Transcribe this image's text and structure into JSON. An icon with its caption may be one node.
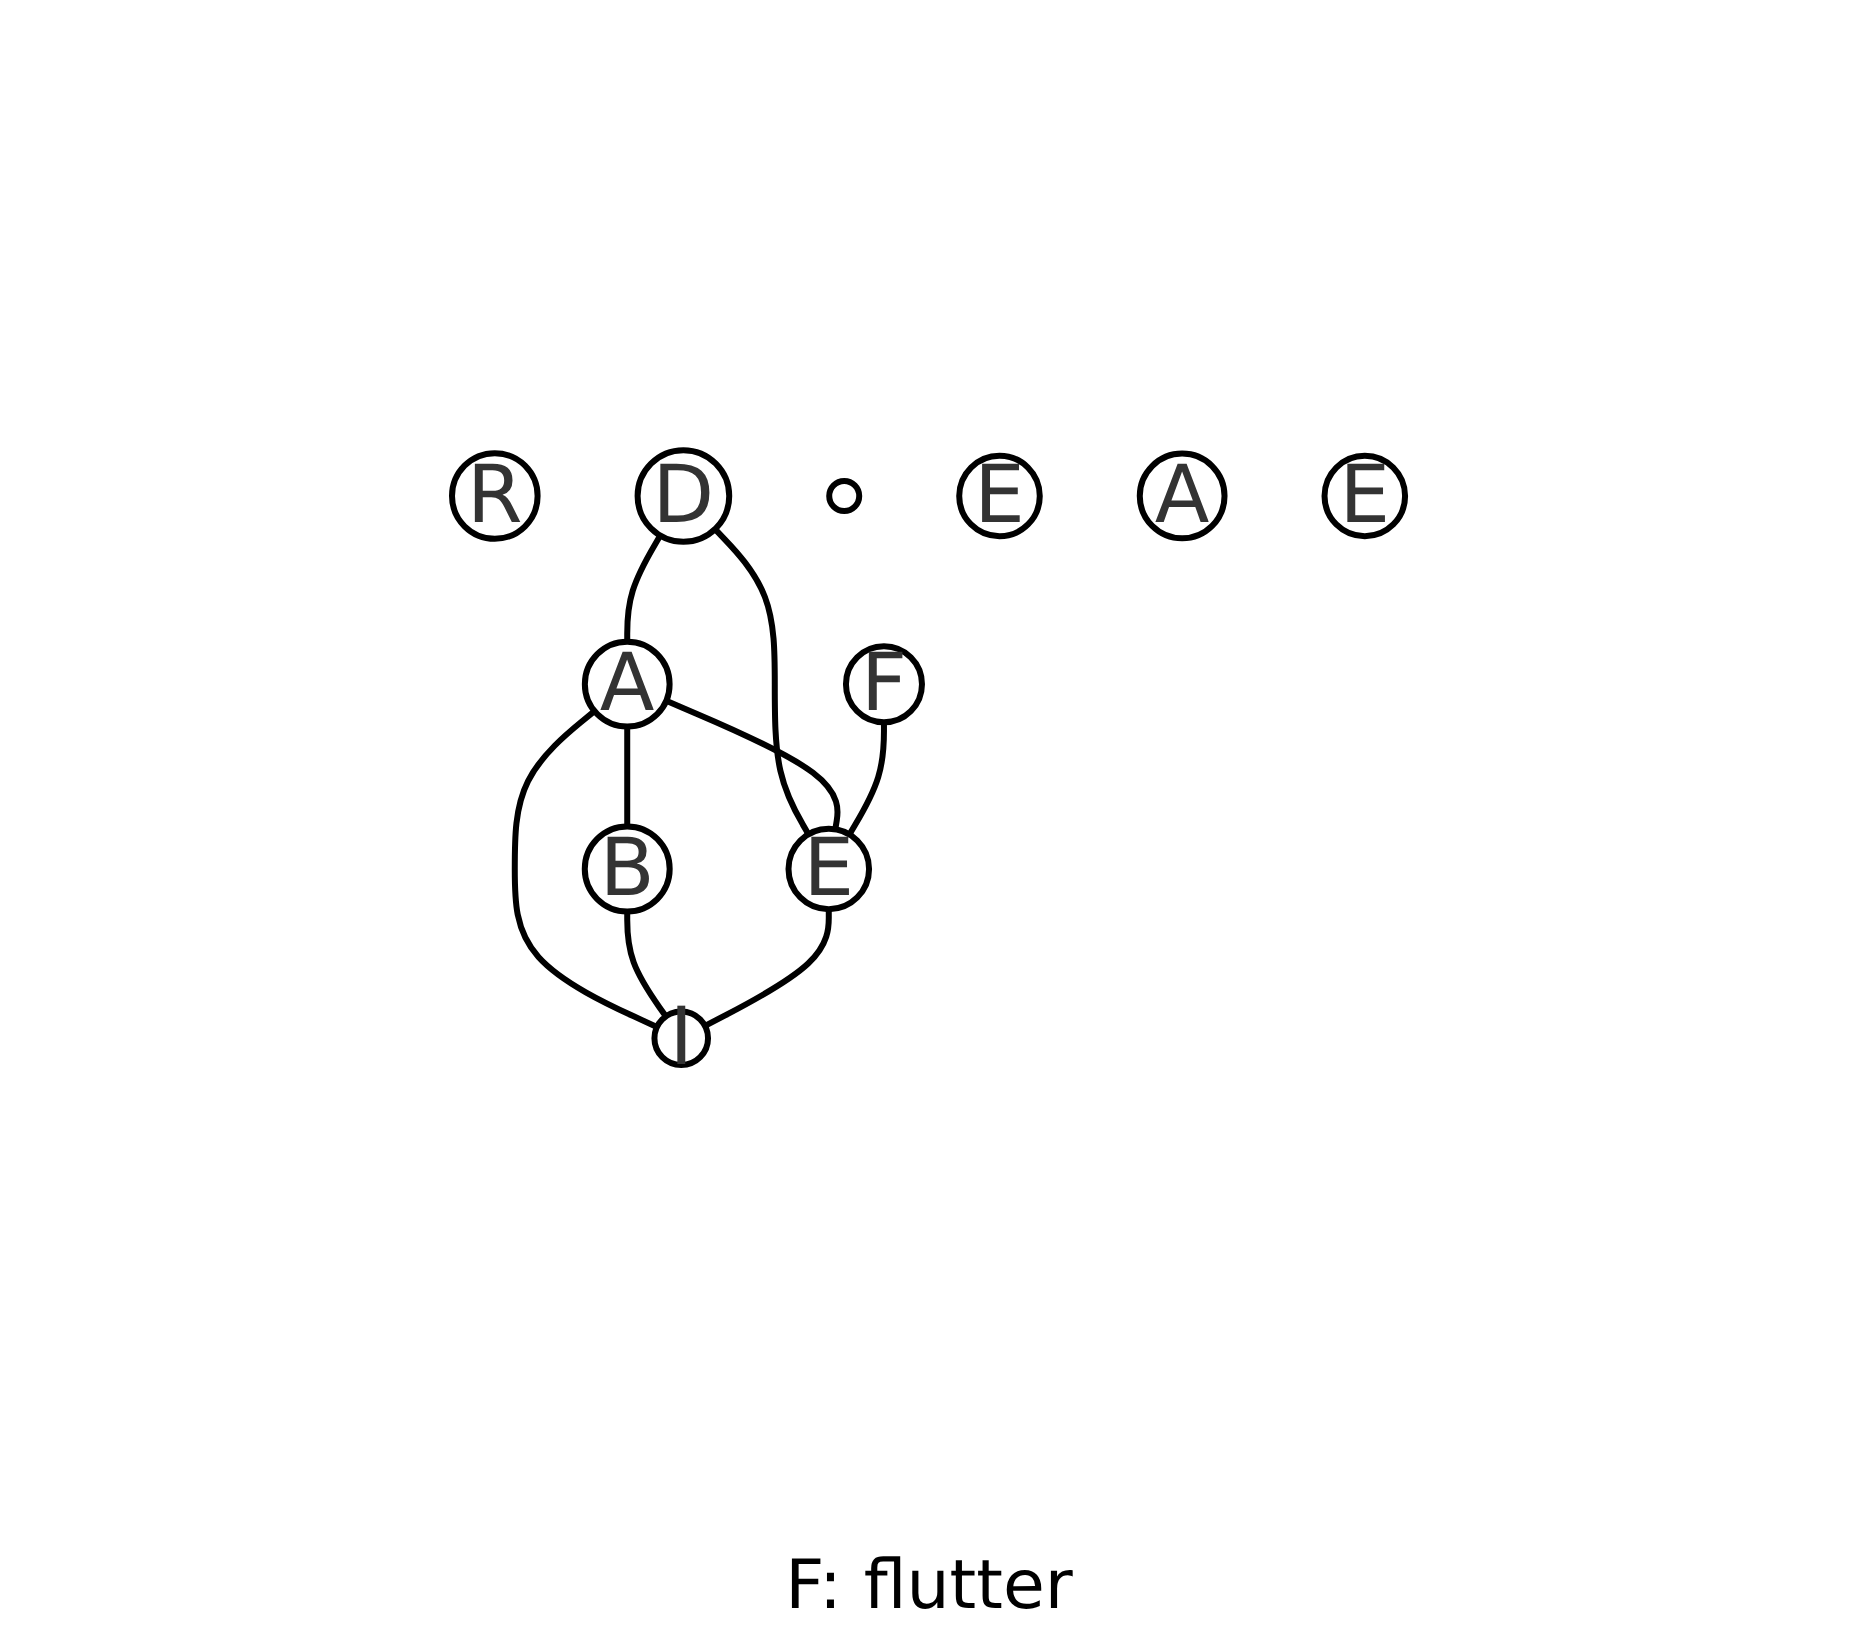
{
  "diagram": {
    "nodes": [
      {
        "text": [
          "R"
        ]
      },
      {
        "text": [
          "D"
        ]
      },
      {
        "text": [
          "A"
        ]
      },
      {
        "text": [
          "F"
        ]
      },
      {
        "text": [
          "B"
        ]
      },
      {
        "text": [
          "E"
        ]
      },
      {
        "text": [
          "I"
        ]
      },
      {
        "text": [],
        "shape": "circle"
      },
      {
        "text": [
          "E"
        ]
      },
      {
        "text": [
          "A"
        ]
      },
      {
        "text": [
          "E"
        ]
      }
    ],
    "edges": [
      {
        "from": 1,
        "to": 2,
        "arrow": "none"
      },
      {
        "from": 1,
        "to": 5,
        "arrow": "none"
      },
      {
        "from": 2,
        "to": 5,
        "arrow": "none"
      },
      {
        "from": 2,
        "to": 4,
        "arrow": "none"
      },
      {
        "from": 2,
        "to": 6,
        "arrow": "none"
      },
      {
        "from": 3,
        "to": 5,
        "arrow": "none"
      },
      {
        "from": 4,
        "to": 6,
        "arrow": "none"
      },
      {
        "from": 5,
        "to": 6,
        "arrow": "none"
      }
    ],
    "labels": [
      "F: flutter"
    ]
  }
}
